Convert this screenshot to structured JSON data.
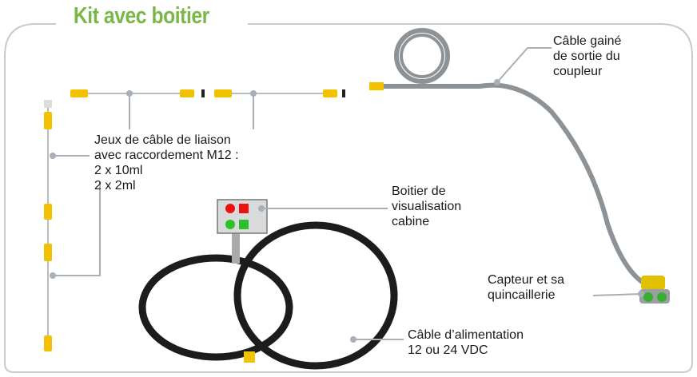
{
  "title": "Kit avec boitier",
  "labels": {
    "cable_sets": "Jeux de câble de liaison\navec raccordement M12 :\n2 x 10ml\n2 x 2ml",
    "coupler_cable": "Câble gainé\nde sortie du\ncoupleur",
    "cabin_box": "Boitier de\nvisualisation\ncabine",
    "sensor": "Capteur et sa\nquincaillerie",
    "power_cable": "Câble d’alimentation\n12 ou 24 VDC"
  },
  "colors": {
    "accent": "#7ab648",
    "frame": "#c6cbd0",
    "callout": "#a8afb6",
    "connector": "#f2c200"
  }
}
